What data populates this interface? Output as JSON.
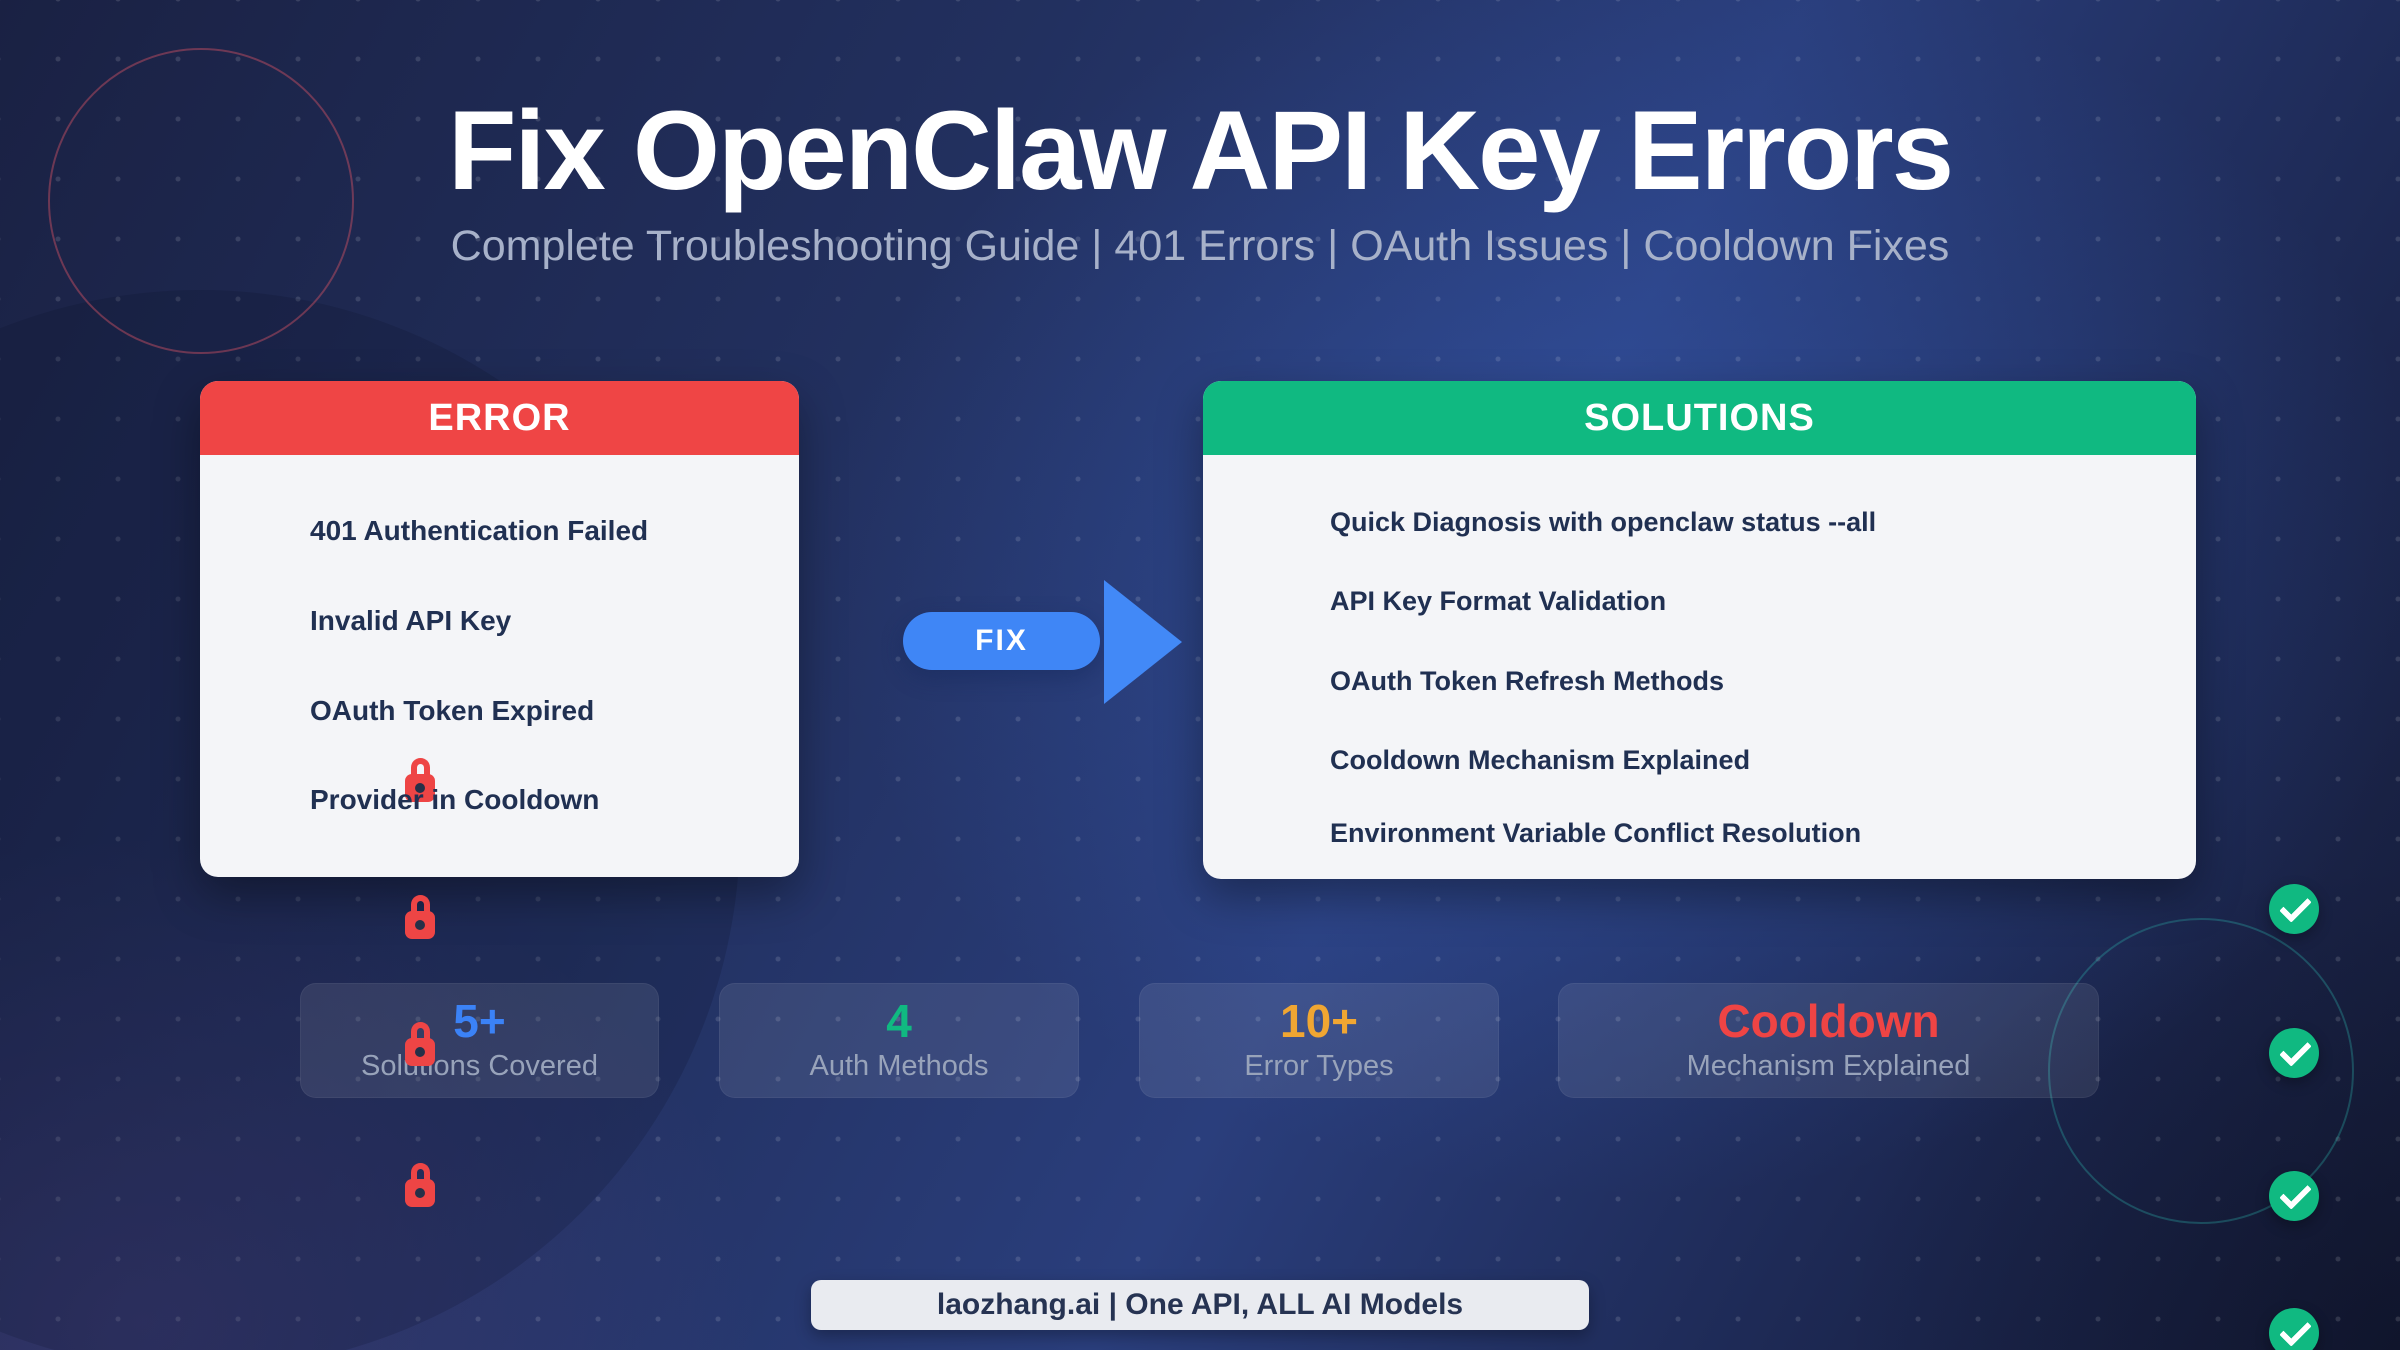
{
  "header": {
    "title": "Fix OpenClaw API Key Errors",
    "subtitle": "Complete Troubleshooting Guide | 401 Errors | OAuth Issues | Cooldown Fixes"
  },
  "error_card": {
    "title": "ERROR",
    "items": [
      "401 Authentication Failed",
      "Invalid API Key",
      "OAuth Token Expired",
      "Provider in Cooldown"
    ]
  },
  "solutions_card": {
    "title": "SOLUTIONS",
    "items": [
      "Quick Diagnosis with openclaw status --all",
      "API Key Format Validation",
      "OAuth Token Refresh Methods",
      "Cooldown Mechanism Explained",
      "Environment Variable Conflict Resolution"
    ]
  },
  "fix": {
    "label": "FIX"
  },
  "stats": [
    {
      "value": "5+",
      "label": "Solutions Covered",
      "color": "#3b82f6"
    },
    {
      "value": "4",
      "label": "Auth Methods",
      "color": "#10b981"
    },
    {
      "value": "10+",
      "label": "Error Types",
      "color": "#f0a632"
    },
    {
      "value": "Cooldown",
      "label": "Mechanism Explained",
      "color": "#ef4444"
    }
  ],
  "footer": {
    "label": "laozhang.ai | One API, ALL AI Models"
  },
  "colors": {
    "error_header": "#ef4545",
    "solutions_header": "#10b981",
    "fix_blue": "#3f86f6",
    "lock_red": "#ee4545",
    "check_green": "#10b981",
    "background_navy": "#22305f"
  }
}
